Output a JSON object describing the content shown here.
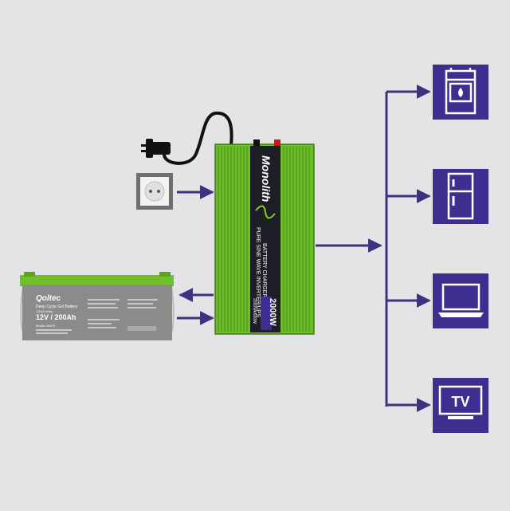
{
  "colors": {
    "background": "#e4e4e6",
    "inverter_green": "#7ed321",
    "inverter_panel": "#1e1f26",
    "connector_purple": "#3a3480",
    "device_tile": "#3d2f8f",
    "battery_gray": "#8a8c8b",
    "battery_top_green": "#6fbf2a"
  },
  "inverter": {
    "brand": "Monolith",
    "product_line1": "PURE SINE WAVE INVERTER/UPS",
    "product_line2": "BATTERY CHARGER",
    "power_label": "2000W",
    "power_sublabel": "2000VA/600W"
  },
  "battery": {
    "brand": "Qoltec",
    "type_label": "Deep Cycle Gel Battery",
    "sub_label": "12V(6 cells)",
    "rating": "12V / 200Ah",
    "model_label": "Model: 53079"
  },
  "devices": [
    {
      "name": "boiler",
      "icon": "boiler-icon"
    },
    {
      "name": "refrigerator",
      "icon": "fridge-icon"
    },
    {
      "name": "laptop",
      "icon": "laptop-icon"
    },
    {
      "name": "television",
      "icon": "tv-icon",
      "text": "TV"
    }
  ],
  "inputs": {
    "mains_icon": "wall-socket-icon",
    "plug_icon": "power-plug-icon"
  }
}
